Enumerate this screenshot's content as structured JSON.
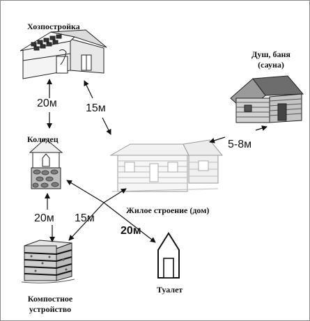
{
  "diagram": {
    "buildings": {
      "utility": {
        "label": "Хозпостройка",
        "icon": "utility-building-icon"
      },
      "sauna": {
        "label_line1": "Душ, баня",
        "label_line2": "(сауна)",
        "icon": "log-sauna-icon"
      },
      "well": {
        "label": "Колодец",
        "icon": "well-icon"
      },
      "house": {
        "label": "Жилое строение (дом)",
        "icon": "log-house-icon"
      },
      "compost": {
        "label_line1": "Компостное",
        "label_line2": "устройство",
        "icon": "compost-bin-icon"
      },
      "toilet": {
        "label": "Туалет",
        "icon": "outhouse-icon"
      }
    },
    "distances": {
      "utility_well": "20м",
      "utility_house": "15м",
      "house_sauna": "5-8м",
      "well_compost": "20м",
      "compost_house": "15м",
      "house_toilet": "20м"
    },
    "colors": {
      "ink": "#111111",
      "frame": "#8a8a8a",
      "background": "#ffffff"
    }
  }
}
